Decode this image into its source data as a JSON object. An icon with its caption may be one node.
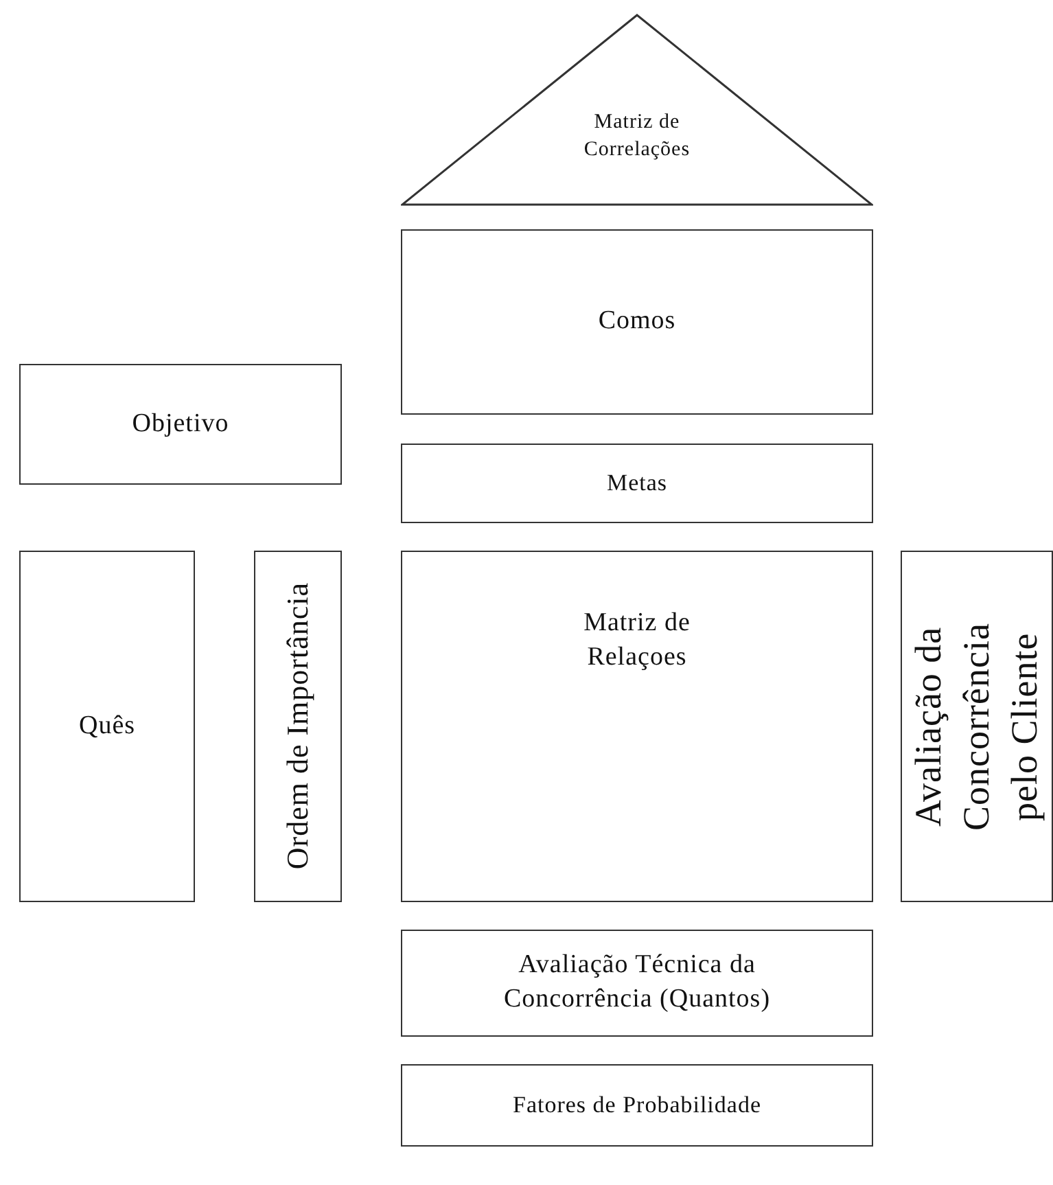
{
  "diagram": {
    "nodes": [
      {
        "text": [
          "Matriz de Correlações"
        ]
      },
      {
        "text": [
          "Comos"
        ]
      },
      {
        "text": [
          "Objetivo"
        ]
      },
      {
        "text": [
          "Metas"
        ]
      },
      {
        "text": [
          "Quês"
        ]
      },
      {
        "text": [
          "Ordem de Importância"
        ]
      },
      {
        "text": [
          "Matriz de Relaçoes"
        ]
      },
      {
        "text": [
          "Avaliação da Concorrência pelo Cliente"
        ]
      },
      {
        "text": [
          "Avaliação Técnica da Concorrência (Quantos)"
        ]
      },
      {
        "text": [
          "Fatores de Probabilidade"
        ]
      }
    ]
  }
}
